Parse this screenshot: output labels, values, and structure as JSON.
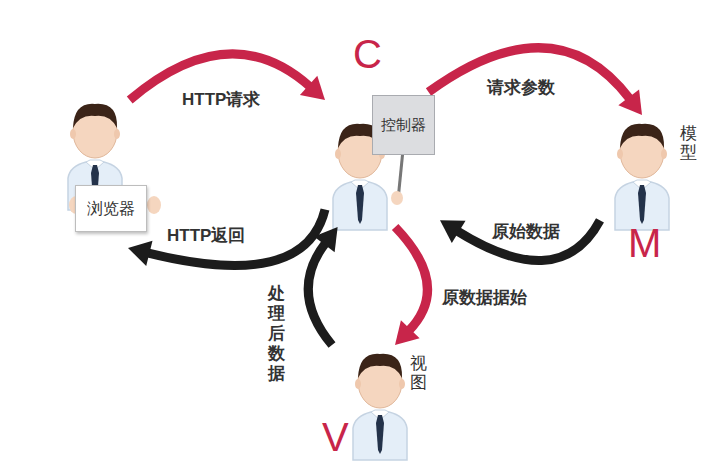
{
  "diagram": {
    "nodes": [
      {
        "text": [
          "浏览器"
        ]
      },
      {
        "text": [
          "C",
          "控制器"
        ]
      },
      {
        "text": [
          "模型",
          "M"
        ]
      },
      {
        "text": [
          "视图",
          "V"
        ]
      }
    ],
    "edges": [
      {
        "from": 0,
        "to": 1,
        "label": "HTTP请求",
        "arrow": "to"
      },
      {
        "from": 1,
        "to": 2,
        "label": "请求参数",
        "arrow": "to"
      },
      {
        "from": 2,
        "to": 1,
        "label": "原始数据",
        "arrow": "to"
      },
      {
        "from": 1,
        "to": 3,
        "label": "原数据据始",
        "arrow": "to"
      },
      {
        "from": 3,
        "to": 1,
        "label": "处理后数据",
        "arrow": "to"
      },
      {
        "from": 1,
        "to": 0,
        "label": "HTTP返回",
        "arrow": "to"
      }
    ]
  }
}
